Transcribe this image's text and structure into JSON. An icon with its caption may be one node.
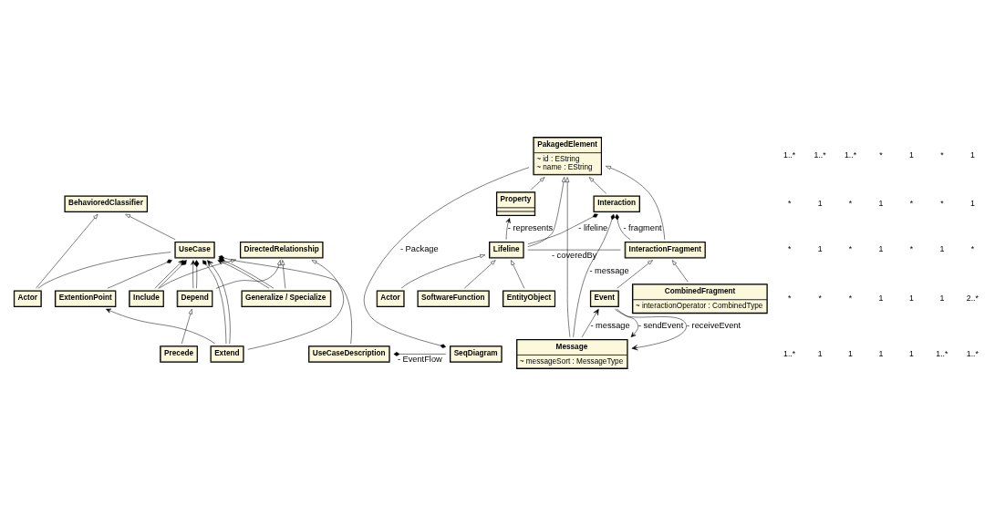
{
  "diagram": {
    "nodes": [
      {
        "text": [
          "BehavioredClassifier"
        ]
      },
      {
        "text": [
          "ExtentionPoint"
        ]
      },
      {
        "text": [
          "Actor"
        ]
      },
      {
        "text": [
          "UseCase"
        ]
      },
      {
        "text": [
          "Include"
        ]
      },
      {
        "text": [
          "Depend"
        ]
      },
      {
        "text": [
          "Extend"
        ]
      },
      {
        "text": [
          "Generalize / Specialize"
        ]
      },
      {
        "text": [
          "DirectedRelationship"
        ]
      },
      {
        "text": [
          "Precede"
        ]
      },
      {
        "text": [
          "UseCaseDescription"
        ]
      },
      {
        "text": [
          "SeqDiagram"
        ]
      },
      {
        "text": [
          "PakagedElement",
          "~ id : EString",
          "~ name : EString"
        ]
      },
      {
        "text": [
          "Property"
        ]
      },
      {
        "text": [
          "Lifeline"
        ]
      },
      {
        "text": [
          "Actor"
        ]
      },
      {
        "text": [
          "SoftwareFunction"
        ]
      },
      {
        "text": [
          "EntityObject"
        ]
      },
      {
        "text": [
          "Message",
          "~ messageSort : MessageType"
        ]
      },
      {
        "text": [
          "Interaction"
        ]
      },
      {
        "text": [
          "Event"
        ]
      },
      {
        "text": [
          "InteractionFragment"
        ]
      },
      {
        "text": [
          "CombinedFragment",
          "~ interactionOperator : CombinedType"
        ]
      }
    ],
    "edges": [
      {
        "from": 3,
        "to": 0,
        "arrow": "to"
      },
      {
        "from": 2,
        "to": 0,
        "arrow": "to"
      },
      {
        "from": 1,
        "to": 3,
        "arrow": "other"
      },
      {
        "from": 2,
        "to": 3,
        "arrow": "none"
      },
      {
        "from": 6,
        "to": 1,
        "arrow": "to"
      },
      {
        "from": 6,
        "to": 3,
        "arrow": "other"
      },
      {
        "from": 6,
        "to": 3,
        "arrow": "to"
      },
      {
        "from": 4,
        "to": 3,
        "arrow": "to"
      },
      {
        "from": 4,
        "to": 3,
        "arrow": "other"
      },
      {
        "from": 7,
        "to": 3,
        "arrow": "to"
      },
      {
        "from": 7,
        "to": 3,
        "arrow": "other"
      },
      {
        "from": 5,
        "to": 3,
        "arrow": "to"
      },
      {
        "from": 5,
        "to": 3,
        "arrow": "other"
      },
      {
        "from": 4,
        "to": 8,
        "arrow": "to"
      },
      {
        "from": 6,
        "to": 8,
        "arrow": "to"
      },
      {
        "from": 7,
        "to": 8,
        "arrow": "to"
      },
      {
        "from": 5,
        "to": 8,
        "arrow": "to"
      },
      {
        "from": 9,
        "to": 5,
        "arrow": "to"
      },
      {
        "from": 10,
        "to": 3,
        "arrow": "other"
      },
      {
        "from": 11,
        "to": 10,
        "arrow": "other",
        "label": "- EventFlow"
      },
      {
        "from": 12,
        "to": 11,
        "arrow": "other",
        "label": "- Package"
      },
      {
        "from": 13,
        "to": 12,
        "arrow": "to"
      },
      {
        "from": 14,
        "to": 12,
        "arrow": "to"
      },
      {
        "from": 18,
        "to": 12,
        "arrow": "to"
      },
      {
        "from": 19,
        "to": 12,
        "arrow": "to"
      },
      {
        "from": 21,
        "to": 12,
        "arrow": "to"
      },
      {
        "from": 14,
        "to": 13,
        "arrow": "to",
        "label": "- represents"
      },
      {
        "from": 15,
        "to": 14,
        "arrow": "to"
      },
      {
        "from": 16,
        "to": 14,
        "arrow": "to"
      },
      {
        "from": 17,
        "to": 14,
        "arrow": "to"
      },
      {
        "from": 14,
        "to": 19,
        "arrow": "other",
        "label": "- lifeline"
      },
      {
        "from": 21,
        "to": 14,
        "arrow": "none",
        "label": "- coveredBy"
      },
      {
        "from": 18,
        "to": 19,
        "arrow": "other",
        "label": "- message"
      },
      {
        "from": 20,
        "to": 18,
        "arrow": "to",
        "label": "- sendEvent"
      },
      {
        "from": 18,
        "to": 20,
        "arrow": "to",
        "label": "- message"
      },
      {
        "from": 20,
        "to": 18,
        "arrow": "to",
        "label": "- receiveEvent"
      },
      {
        "from": 20,
        "to": 21,
        "arrow": "to"
      },
      {
        "from": 21,
        "to": 19,
        "arrow": "other",
        "label": "- fragment"
      },
      {
        "from": 22,
        "to": 21,
        "arrow": "to"
      }
    ],
    "labels": [
      "1..*",
      "1..*",
      "1..*",
      "*",
      "1",
      "*",
      "1",
      "*",
      "1",
      "*",
      "1",
      "*",
      "*",
      "1",
      "*",
      "1",
      "*",
      "1",
      "*",
      "1",
      "*",
      "*",
      "*",
      "*",
      "1",
      "1",
      "1",
      "2..*",
      "1..*",
      "1",
      "1",
      "1",
      "1",
      "1..*",
      "1..*"
    ]
  }
}
